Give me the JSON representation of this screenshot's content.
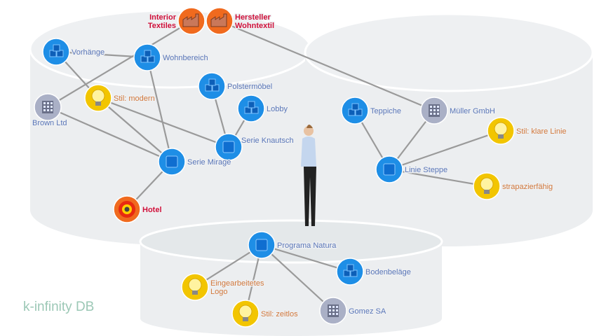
{
  "brand": "k-infinity DB",
  "colors": {
    "cube": "#1e8ee6",
    "bulb": "#f2c500",
    "company": "#aab0c6",
    "factory": "#f06a1e",
    "label_blue": "#5a76b8",
    "label_orange": "#d2783c",
    "label_red": "#d0103a"
  },
  "nodes": [
    {
      "id": "interior",
      "label": [
        "Interior",
        "Textiles"
      ],
      "type": "factory",
      "icon": "factory-icon"
    },
    {
      "id": "hersteller",
      "label": [
        "Hersteller",
        "Wohntextil"
      ],
      "type": "factory",
      "icon": "factory-icon"
    },
    {
      "id": "vorhaenge",
      "label": [
        "Vorhänge"
      ],
      "type": "cube",
      "icon": "cubes-icon"
    },
    {
      "id": "wohnbereich",
      "label": [
        "Wohnbereich"
      ],
      "type": "cube",
      "icon": "cubes-icon"
    },
    {
      "id": "brown",
      "label": [
        "Brown Ltd"
      ],
      "type": "company",
      "icon": "building-icon"
    },
    {
      "id": "modern",
      "label": [
        "Stil: modern"
      ],
      "type": "bulb",
      "icon": "lightbulb-icon"
    },
    {
      "id": "polster",
      "label": [
        "Polstermöbel"
      ],
      "type": "cube",
      "icon": "cubes-icon"
    },
    {
      "id": "lobby",
      "label": [
        "Lobby"
      ],
      "type": "cube",
      "icon": "cubes-icon"
    },
    {
      "id": "knautsch",
      "label": [
        "Serie Knautsch"
      ],
      "type": "cube1",
      "icon": "cube-icon"
    },
    {
      "id": "mirage",
      "label": [
        "Serie Mirage"
      ],
      "type": "cube1",
      "icon": "cube-icon"
    },
    {
      "id": "hotel",
      "label": [
        "Hotel"
      ],
      "type": "target",
      "icon": "target-icon"
    },
    {
      "id": "teppiche",
      "label": [
        "Teppiche"
      ],
      "type": "cube",
      "icon": "cubes-icon"
    },
    {
      "id": "mueller",
      "label": [
        "Müller GmbH"
      ],
      "type": "company",
      "icon": "building-icon"
    },
    {
      "id": "klare",
      "label": [
        "Stil: klare Linie"
      ],
      "type": "bulb",
      "icon": "lightbulb-icon"
    },
    {
      "id": "steppe",
      "label": [
        "Linie Steppe"
      ],
      "type": "cube1",
      "icon": "cube-icon"
    },
    {
      "id": "strap",
      "label": [
        "strapazierfähig"
      ],
      "type": "bulb",
      "icon": "lightbulb-icon"
    },
    {
      "id": "natura",
      "label": [
        "Programa Natura"
      ],
      "type": "cube1",
      "icon": "cube-icon"
    },
    {
      "id": "boden",
      "label": [
        "Bodenbeläge"
      ],
      "type": "cube",
      "icon": "cubes-icon"
    },
    {
      "id": "logo",
      "label": [
        "Eingearbeitetes",
        "Logo"
      ],
      "type": "bulb",
      "icon": "lightbulb-icon"
    },
    {
      "id": "zeitlos",
      "label": [
        "Stil: zeitlos"
      ],
      "type": "bulb",
      "icon": "lightbulb-icon"
    },
    {
      "id": "gomez",
      "label": [
        "Gomez SA"
      ],
      "type": "company",
      "icon": "building-icon"
    }
  ],
  "edges": [
    [
      "interior",
      "brown"
    ],
    [
      "hersteller",
      "mueller"
    ],
    [
      "vorhaenge",
      "wohnbereich"
    ],
    [
      "vorhaenge",
      "modern"
    ],
    [
      "wohnbereich",
      "mirage"
    ],
    [
      "brown",
      "mirage"
    ],
    [
      "modern",
      "mirage"
    ],
    [
      "modern",
      "knautsch"
    ],
    [
      "polster",
      "knautsch"
    ],
    [
      "lobby",
      "knautsch"
    ],
    [
      "mirage",
      "hotel"
    ],
    [
      "teppiche",
      "steppe"
    ],
    [
      "mueller",
      "steppe"
    ],
    [
      "klare",
      "steppe"
    ],
    [
      "strap",
      "steppe"
    ],
    [
      "natura",
      "boden"
    ],
    [
      "natura",
      "logo"
    ],
    [
      "natura",
      "zeitlos"
    ],
    [
      "natura",
      "gomez"
    ]
  ]
}
